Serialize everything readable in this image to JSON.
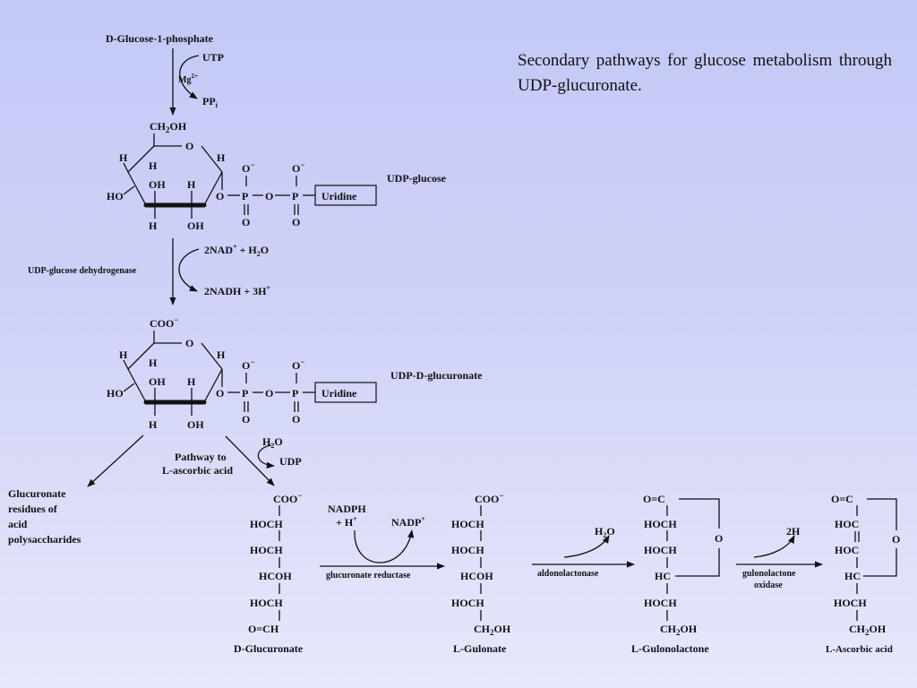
{
  "caption": "Secondary pathways for glucose metabolism through UDP-glucuronate.",
  "labels": {
    "glucose_1_phosphate": "D-Glucose-1-phosphate",
    "utp": "UTP",
    "mg": "Mg",
    "mg_sup": "2+",
    "ppi": "PP",
    "ppi_sub": "i",
    "udp_glucose": "UDP-glucose",
    "udp_glucuronate": "UDP-D-glucuronate",
    "uridine": "Uridine",
    "dehydrogenase": "UDP-glucose dehydrogenase",
    "nad": "2NAD",
    "nad_sup": "+",
    "plus_h2o": " + H",
    "h2o_sub": "2",
    "h2o_o": "O",
    "nadh": "2NADH + 3H",
    "nadh_sup": "+",
    "glucuronate_residues": [
      "Glucuronate",
      "residues of",
      "acid",
      "polysaccharides"
    ],
    "pathway": [
      "Pathway to",
      "L-ascorbic acid"
    ],
    "h2o": "H",
    "udp": "UDP",
    "nadph": "NADPH",
    "plus_h": "+ H",
    "nadp": "NADP",
    "glucuronate_reductase": "glucuronate reductase",
    "aldonolactonase": "aldonolactonase",
    "gulonolactone_oxidase": [
      "gulonolactone",
      "oxidase"
    ],
    "two_h": "2H",
    "d_glucuronate": "D-Glucuronate",
    "l_gulonate": "L-Gulonate",
    "l_gulonolactone": "L-Gulonolactone",
    "l_ascorbic_acid": "L-Ascorbic acid"
  },
  "ring_atoms": {
    "ch2oh": "CH2OH",
    "coo": "COO",
    "o": "O",
    "h": "H",
    "oh": "OH",
    "ho": "HO",
    "o_minus": "O",
    "p": "P",
    "ring_o": "O"
  },
  "chains": {
    "glucuronate": [
      "COO",
      "HOCH",
      "HOCH",
      "HCOH",
      "HOCH",
      "O=CH"
    ],
    "gulonate": [
      "COO",
      "HOCH",
      "HOCH",
      "HCOH",
      "HOCH",
      "CH2OH"
    ],
    "gulonolactone": [
      "O=C",
      "HOCH",
      "HOCH",
      "HC",
      "HOCH",
      "CH2OH"
    ],
    "ascorbic": [
      "O=C",
      "HOC",
      "HOC",
      "HC",
      "HOCH",
      "CH2OH"
    ]
  }
}
